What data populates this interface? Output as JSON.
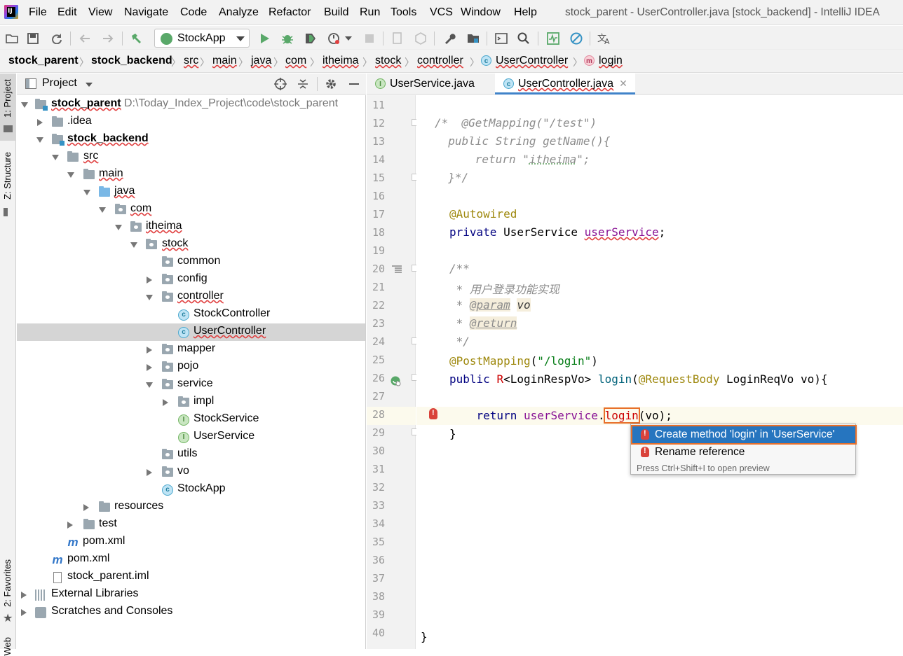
{
  "window_title": "stock_parent - UserController.java [stock_backend] - IntelliJ IDEA",
  "menu": [
    "File",
    "Edit",
    "View",
    "Navigate",
    "Code",
    "Analyze",
    "Refactor",
    "Build",
    "Run",
    "Tools",
    "VCS",
    "Window",
    "Help"
  ],
  "toolbar": {
    "run_config": "StockApp"
  },
  "breadcrumb": [
    "stock_parent",
    "stock_backend",
    "src",
    "main",
    "java",
    "com",
    "itheima",
    "stock",
    "controller",
    "UserController",
    "login"
  ],
  "side_strip": {
    "project": "1: Project",
    "structure": "Z: Structure",
    "favorites": "2: Favorites",
    "web": "Web"
  },
  "project_panel": {
    "title": "Project",
    "root_path": "D:\\Today_Index_Project\\code\\stock_parent",
    "tree": [
      "stock_parent",
      ".idea",
      "stock_backend",
      "src",
      "main",
      "java",
      "com",
      "itheima",
      "stock",
      "common",
      "config",
      "controller",
      "StockController",
      "UserController",
      "mapper",
      "pojo",
      "service",
      "impl",
      "StockService",
      "UserService",
      "utils",
      "vo",
      "StockApp",
      "resources",
      "test",
      "pom.xml",
      "pom.xml",
      "stock_parent.iml",
      "External Libraries",
      "Scratches and Consoles"
    ]
  },
  "tabs": [
    "UserService.java",
    "UserController.java"
  ],
  "editor": {
    "line_numbers": [
      "11",
      "12",
      "13",
      "14",
      "15",
      "16",
      "17",
      "18",
      "19",
      "20",
      "21",
      "22",
      "23",
      "24",
      "25",
      "26",
      "27",
      "28",
      "29",
      "30",
      "31",
      "32",
      "33",
      "34",
      "35",
      "36",
      "37",
      "38",
      "39",
      "40"
    ],
    "code": {
      "l12": "/*  @GetMapping(\"/test\")",
      "l13": "  public String getName(){",
      "l14a": "      return \"",
      "l14b": "itheima",
      "l14c": "\";",
      "l15": "  }*/",
      "l17": "@Autowired",
      "l18a": "private ",
      "l18b": "UserService ",
      "l18c": "userService",
      "l18d": ";",
      "l20": "/**",
      "l21": " * 用户登录功能实现",
      "l22a": " * ",
      "l22b": "@param",
      "l22c": "vo",
      "l23a": " * ",
      "l23b": "@return",
      "l24": " */",
      "l25a": "@PostMapping",
      "l25b": "(",
      "l25c": "\"/login\"",
      "l25d": ")",
      "l26a": "public ",
      "l26b": "R",
      "l26c": "<LoginRespVo> ",
      "l26d": "login",
      "l26e": "(",
      "l26f": "@RequestBody",
      "l26g": " LoginReqVo vo){",
      "l28a": "    return ",
      "l28b": "userService",
      "l28c": ".",
      "l28d": "login",
      "l28e": "(vo);",
      "l29": "}",
      "l40": "}"
    }
  },
  "popup": {
    "items": [
      "Create method 'login' in 'UserService'",
      "Rename reference"
    ],
    "hint": "Press Ctrl+Shift+I to open preview"
  }
}
